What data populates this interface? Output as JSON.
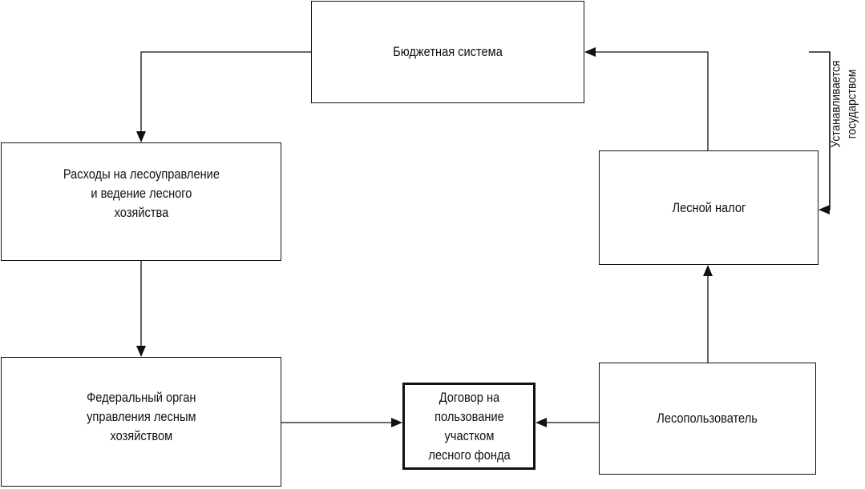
{
  "boxes": {
    "budget": "Бюджетная система",
    "expenses": "Расходы на лесоуправление\nи ведение лесного\nхозяйства",
    "federal": "Федеральный орган\nуправления лесным\nхозяйством",
    "contract": "Договор на\nпользование\nучастком\nлесного фонда",
    "user": "Лесопользователь",
    "tax": "Лесной налог"
  },
  "annotations": {
    "set_by_state": "Устанавливается\nгосударством"
  }
}
